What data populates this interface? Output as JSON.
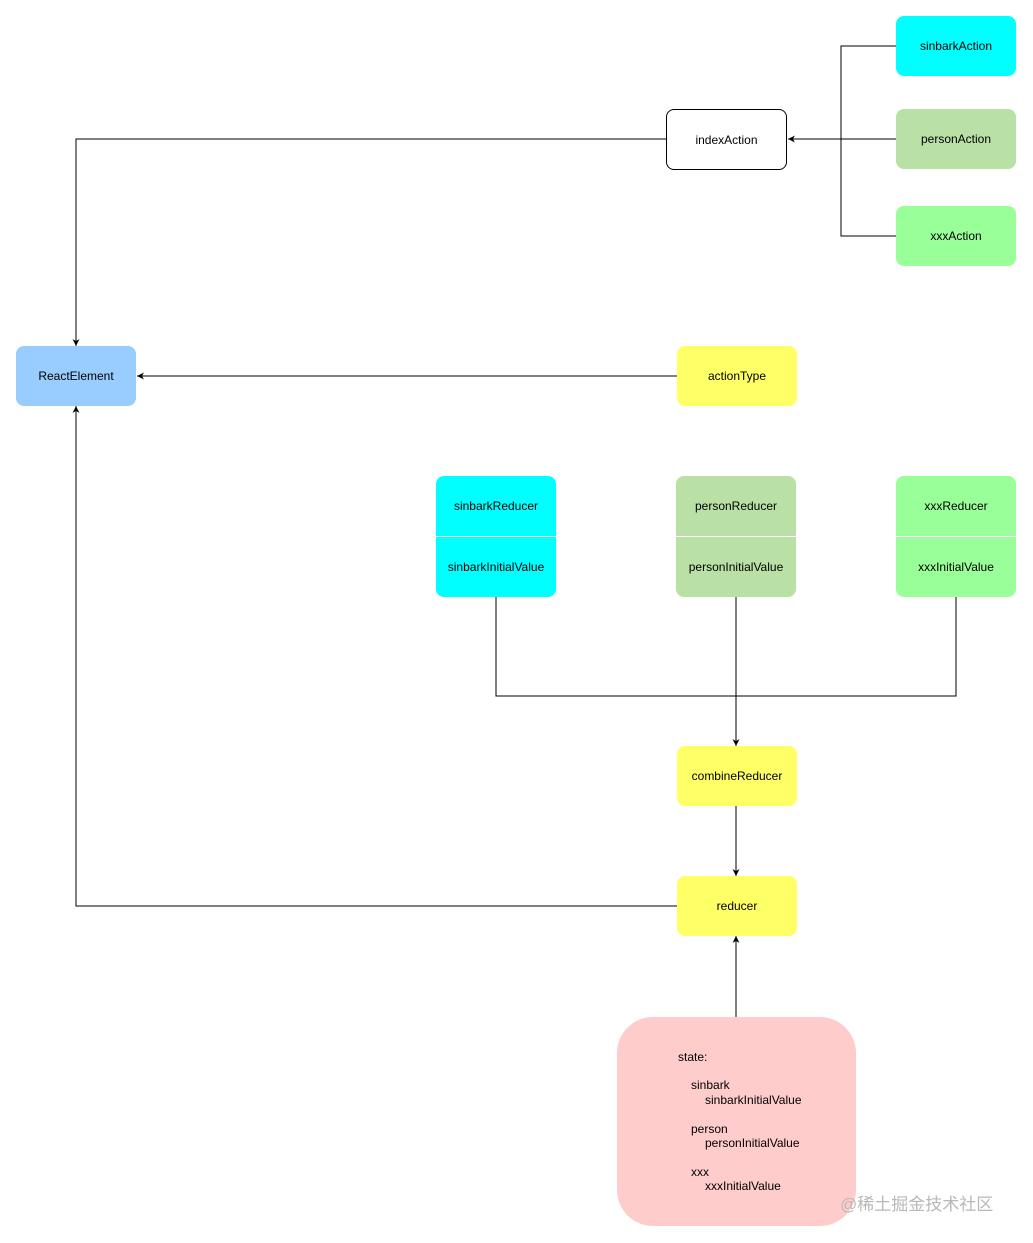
{
  "nodes": {
    "sinbark_action": "sinbarkAction",
    "person_action": "personAction",
    "xxx_action": "xxxAction",
    "index_action": "indexAction",
    "react_element": "ReactElement",
    "action_type": "actionType",
    "sinbark_reducer": "sinbarkReducer",
    "sinbark_initial_value": "sinbarkInitialValue",
    "person_reducer": "personReducer",
    "person_initial_value": "personInitialValue",
    "xxx_reducer": "xxxReducer",
    "xxx_initial_value": "xxxInitialValue",
    "combine_reducer": "combineReducer",
    "reducer": "reducer"
  },
  "state": {
    "title": "state:",
    "entries": [
      {
        "key": "sinbark",
        "value": "sinbarkInitialValue"
      },
      {
        "key": "person",
        "value": "personInitialValue"
      },
      {
        "key": "xxx",
        "value": "xxxInitialValue"
      }
    ]
  },
  "watermark": "@稀土掘金技术社区",
  "colors": {
    "cyan": "#00ffff",
    "sage": "#b9e0a5",
    "green": "#99ff99",
    "blue": "#99ccff",
    "yellow": "#ffff66",
    "pink": "#ffcccc",
    "line": "#000000"
  }
}
